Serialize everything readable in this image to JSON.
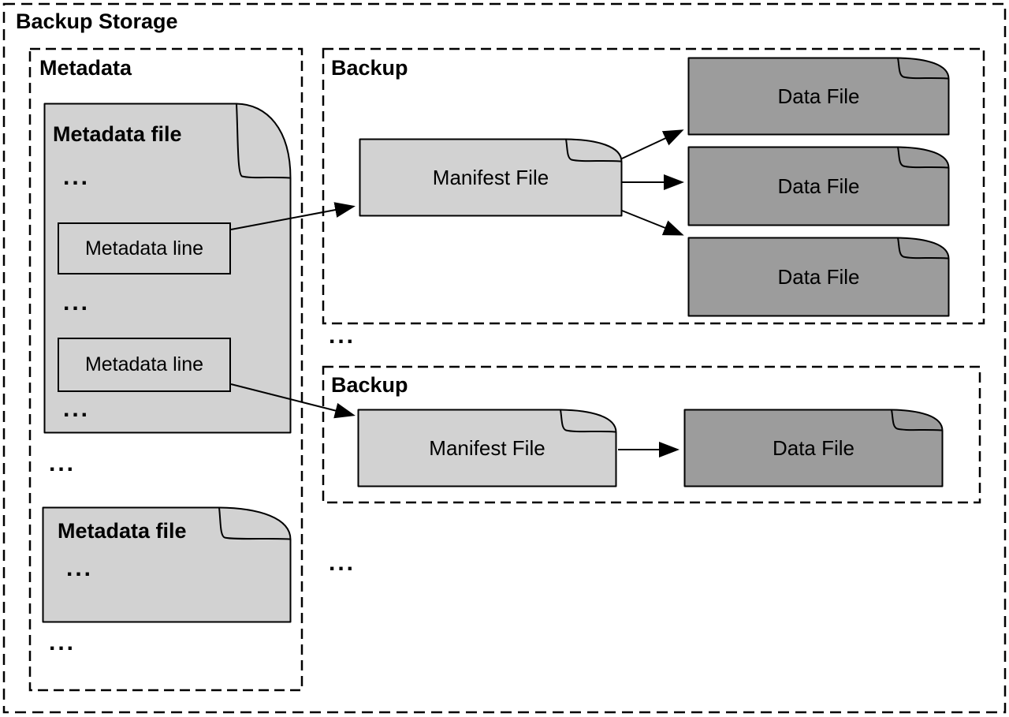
{
  "diagram": {
    "title": "Backup Storage",
    "ellipsis": "...",
    "metadata_group": {
      "label": "Metadata",
      "file1": {
        "title": "Metadata file",
        "lines": [
          {
            "label": "Metadata line"
          },
          {
            "label": "Metadata line"
          }
        ]
      },
      "file2": {
        "title": "Metadata file"
      }
    },
    "backups": [
      {
        "label": "Backup",
        "manifest": "Manifest File",
        "data_files": [
          "Data File",
          "Data File",
          "Data File"
        ]
      },
      {
        "label": "Backup",
        "manifest": "Manifest File",
        "data_files": [
          "Data File"
        ]
      }
    ],
    "colors": {
      "light_file": "#d2d2d2",
      "dark_file": "#9c9c9c",
      "border": "#000000",
      "dashed_border": "#000000"
    }
  }
}
